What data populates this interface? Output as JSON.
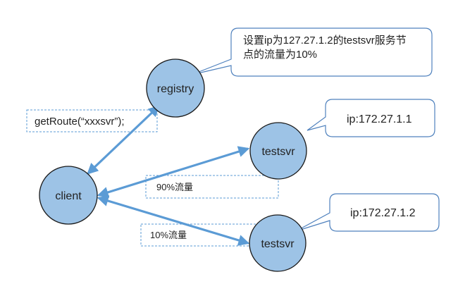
{
  "nodes": {
    "registry": "registry",
    "client": "client",
    "testsvr_top": "testsvr",
    "testsvr_bottom": "testsvr"
  },
  "edge_labels": {
    "get_route": "getRoute(“xxxsvr”);",
    "traffic_90": "90%流量",
    "traffic_10": "10%流量"
  },
  "callouts": {
    "registry_note_line1": "设置ip为127.27.1.2的testsvr服务节",
    "registry_note_line2": "点的流量为10%",
    "testsvr_top_ip": "ip:172.27.1.1",
    "testsvr_bottom_ip": "ip:172.27.1.2"
  },
  "colors": {
    "node_fill": "#9dc3e6",
    "node_stroke": "#1a1a1a",
    "arrow": "#5b9bd5",
    "dashed_box": "#5b9bd5",
    "callout_stroke": "#4f81bd"
  }
}
